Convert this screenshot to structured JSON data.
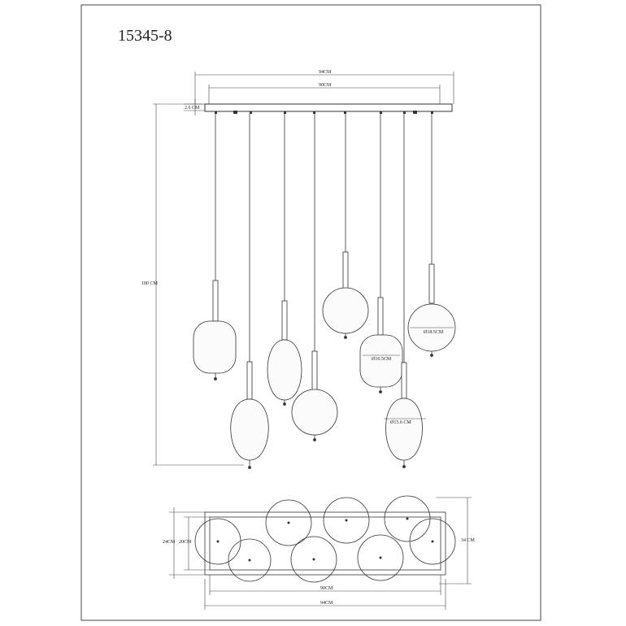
{
  "drawing": {
    "model_number": "15345-8",
    "dimensions": {
      "canopy_total_width": "94CM",
      "canopy_inner_width": "90CM",
      "canopy_height": "2.6 CM",
      "overall_drop": "180 CM",
      "shade_diameter_a": "Ø18.5CM",
      "shade_diameter_b": "Ø16.5CM",
      "shade_diameter_c": "Ø15.6 CM",
      "plan_depth_outer": "24CM",
      "plan_depth_inner": "20CM",
      "plan_depth_right": "34 CM",
      "plan_width_inner": "90CM",
      "plan_width_outer": "94CM"
    }
  },
  "colors": {
    "line": "#333333",
    "shade_fill": "#fbfbfb"
  }
}
